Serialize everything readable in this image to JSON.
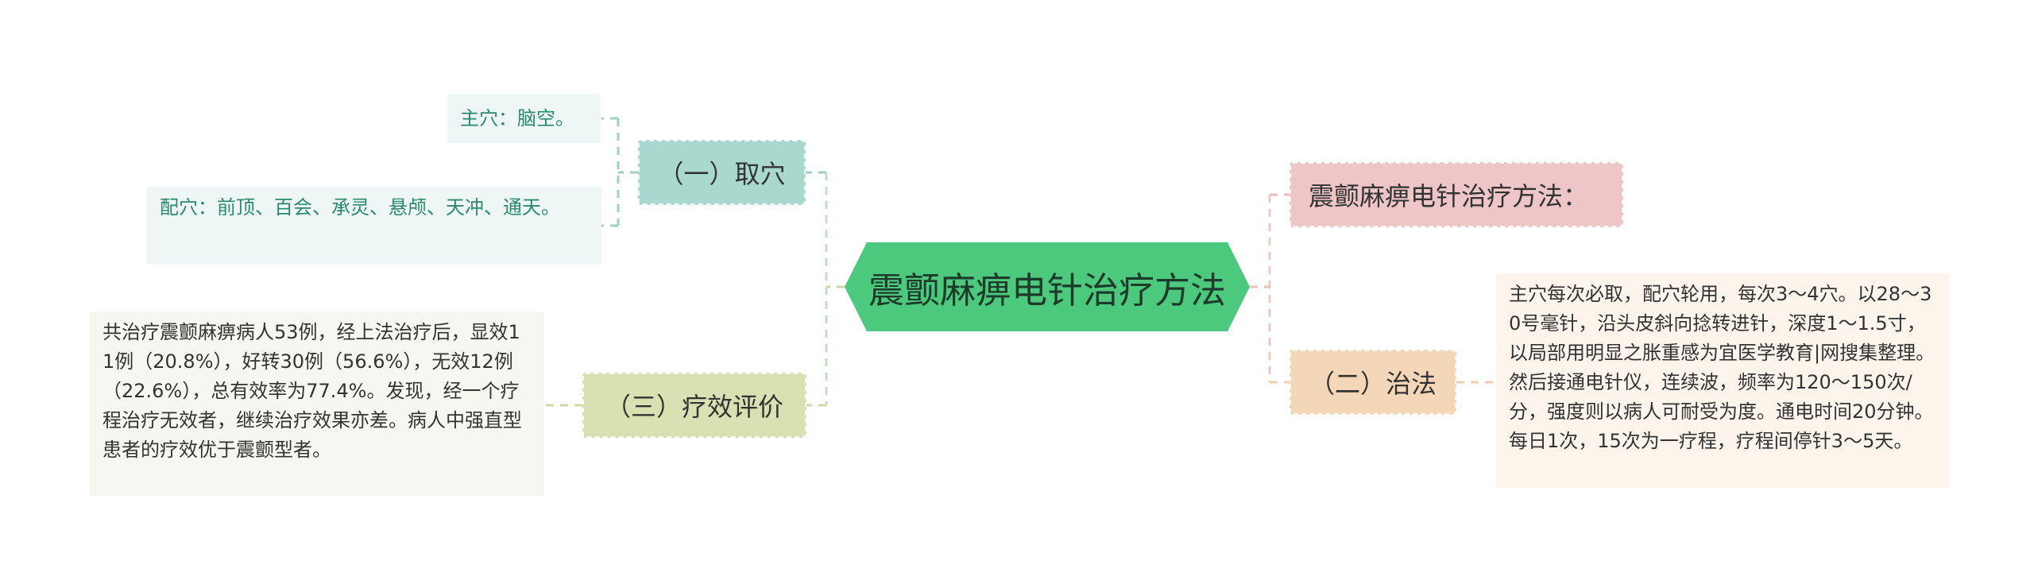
{
  "mindmap": {
    "root": "震颤麻痹电针治疗方法",
    "branches": {
      "quxue": {
        "label": "（一）取穴",
        "leaves": [
          "主穴：脑空。",
          "配穴：前顶、百会、承灵、悬颅、天冲、通天。"
        ]
      },
      "pingjia": {
        "label": "（三）疗效评价",
        "leaf": "共治疗震颤麻痹病人53例，经上法治疗后，显效11例（20.8%），好转30例（56.6%），无效12例（22.6%），总有效率为77.4%。发现，经一个疗程治疗无效者，继续治疗效果亦差。病人中强直型患者的疗效优于震颤型者。"
      },
      "fangfa": {
        "label": "震颤麻痹电针治疗方法："
      },
      "zhifa": {
        "label": "（二）治法",
        "leaf": "主穴每次必取，配穴轮用，每次3～4穴。以28～30号毫针，沿头皮斜向捻转进针，深度1～1.5寸，以局部用明显之胀重感为宜医学教育|网搜集整理。然后接通电针仪，连续波，频率为120～150次/分，强度则以病人可耐受为度。通电时间20分钟。每日1次，15次为一疗程，疗程间停针3～5天。"
      }
    }
  },
  "colors": {
    "root_fill": "#4dc97e",
    "quxue_fill": "#a9d8cf",
    "pingjia_fill": "#dbe0b2",
    "fangfa_fill": "#efc6c7",
    "zhifa_fill": "#f4d7b8",
    "quxue_text": "#2a8a6c"
  }
}
